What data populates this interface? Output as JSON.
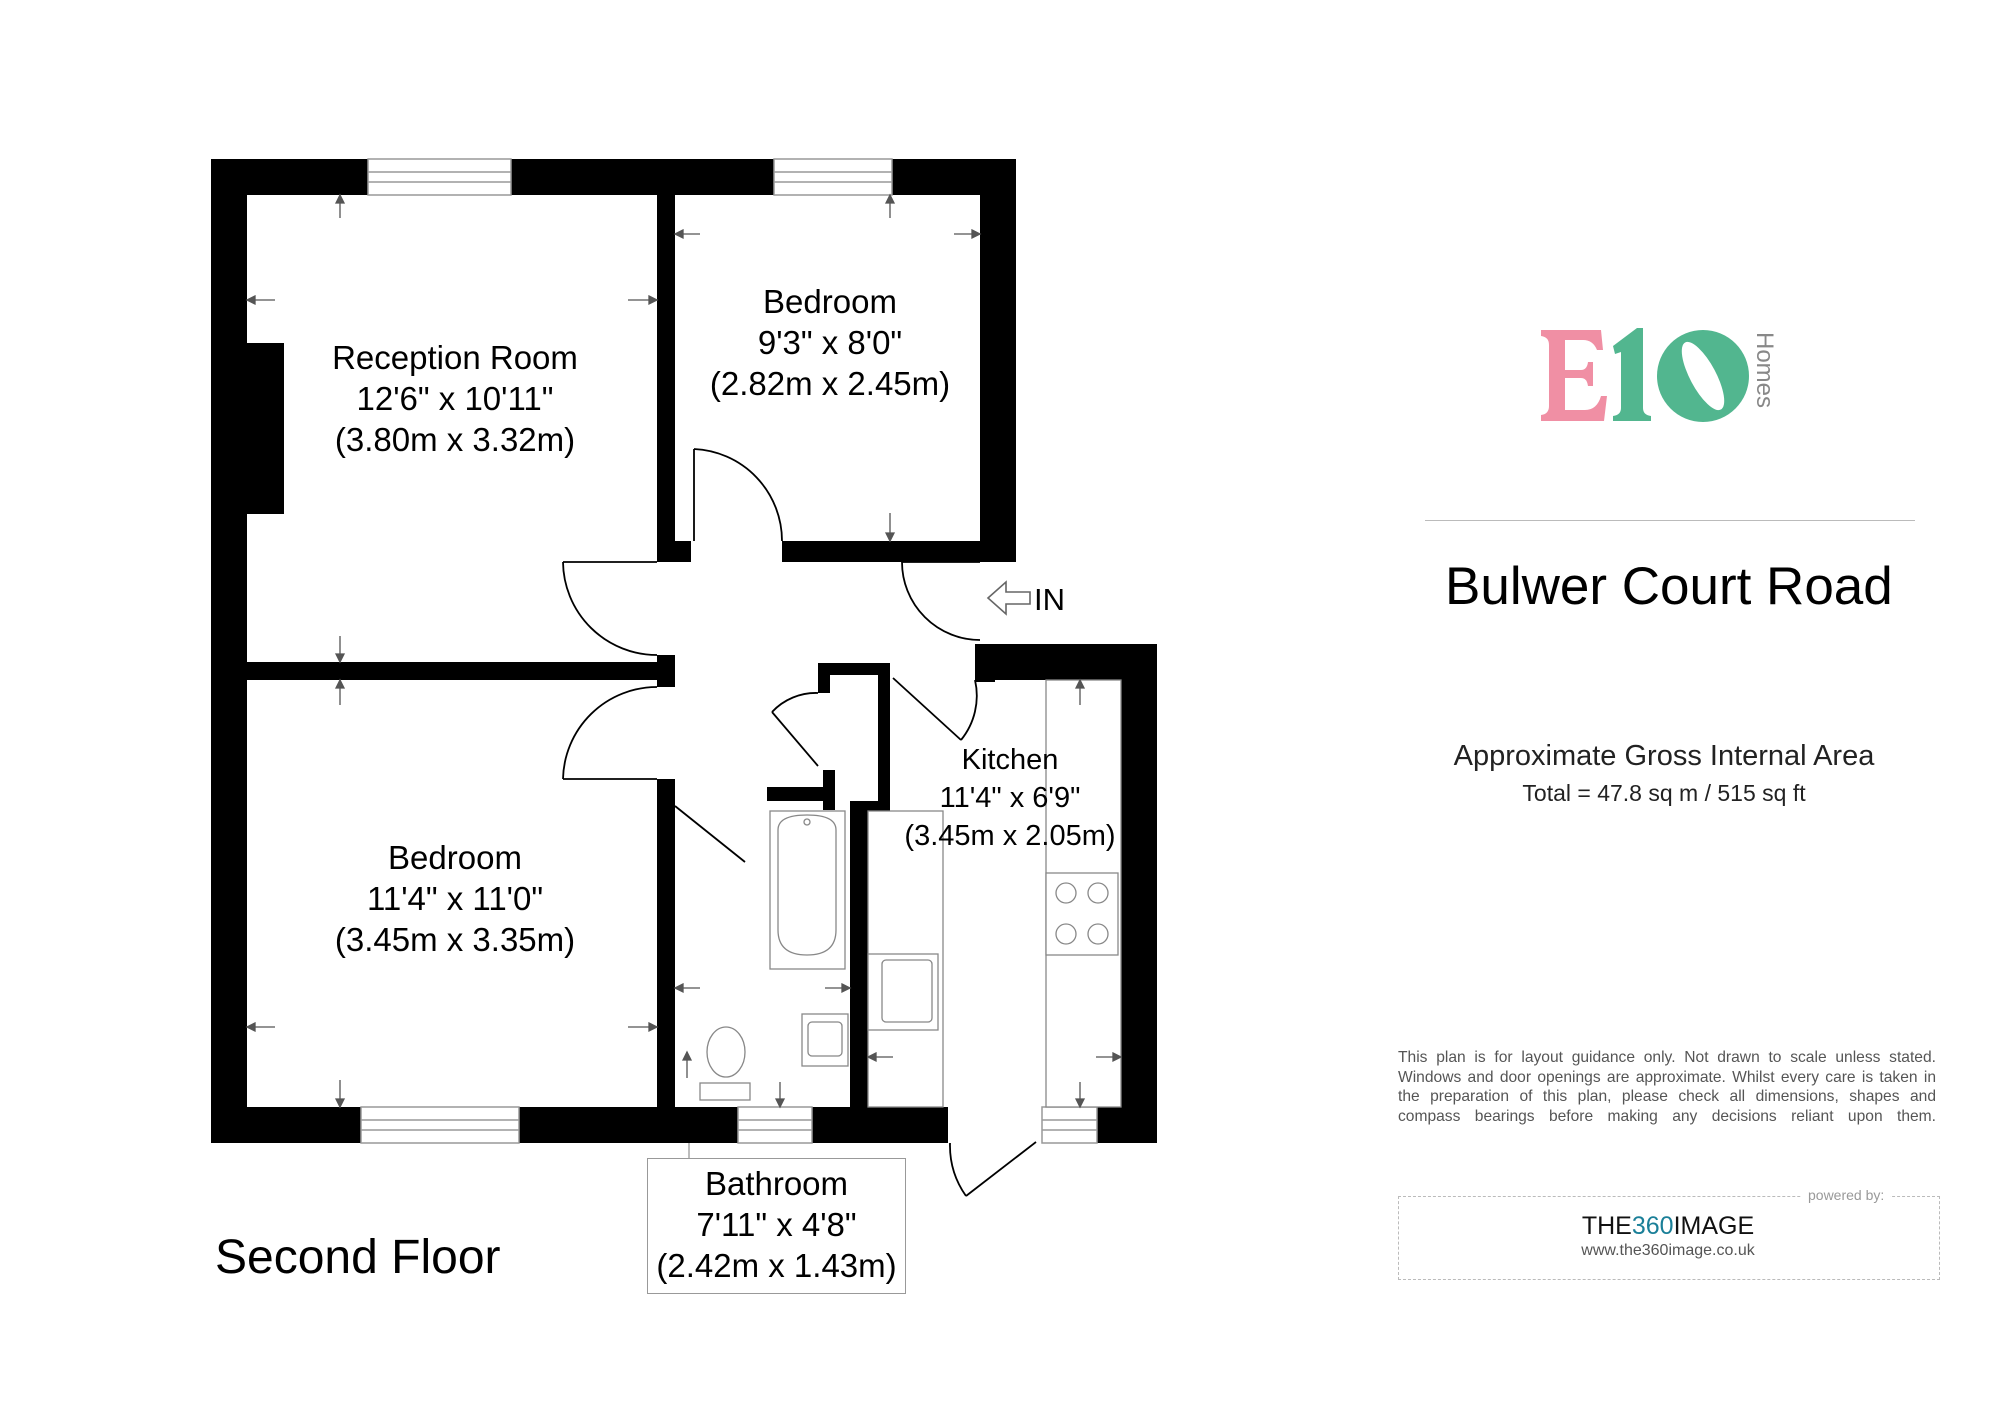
{
  "plan": {
    "floor_name": "Second Floor",
    "entrance_label": "IN",
    "rooms": [
      {
        "key": "reception",
        "name": "Reception Room",
        "imperial": "12'6\" x 10'11\"",
        "metric": "(3.80m x 3.32m)"
      },
      {
        "key": "bedroom1",
        "name": "Bedroom",
        "imperial": "9'3\" x 8'0\"",
        "metric": "(2.82m x 2.45m)"
      },
      {
        "key": "bedroom2",
        "name": "Bedroom",
        "imperial": "11'4\" x 11'0\"",
        "metric": "(3.45m x 3.35m)"
      },
      {
        "key": "kitchen",
        "name": "Kitchen",
        "imperial": "11'4\" x 6'9\"",
        "metric": "(3.45m x 2.05m)"
      },
      {
        "key": "bathroom",
        "name": "Bathroom",
        "imperial": "7'11\" x 4'8\"",
        "metric": "(2.42m x 1.43m)"
      }
    ]
  },
  "branding": {
    "logo_text": "E10",
    "logo_subtext": "Homes",
    "colors": {
      "pink": "#f08fa4",
      "green": "#52b68f"
    }
  },
  "property": {
    "address": "Bulwer Court Road",
    "area_title": "Approximate Gross Internal Area",
    "area_total": "Total = 47.8 sq m / 515 sq ft"
  },
  "disclaimer": "This plan is for layout guidance only. Not drawn to scale unless stated. Windows and door openings are approximate. Whilst every care is taken in the preparation of this plan, please check all dimensions, shapes and compass bearings before making any decisions reliant upon them.",
  "credit": {
    "powered_by": "powered by:",
    "brand_prefix": "THE",
    "brand_accent": "360",
    "brand_suffix": "IMAGE",
    "url": "www.the360image.co.uk"
  }
}
